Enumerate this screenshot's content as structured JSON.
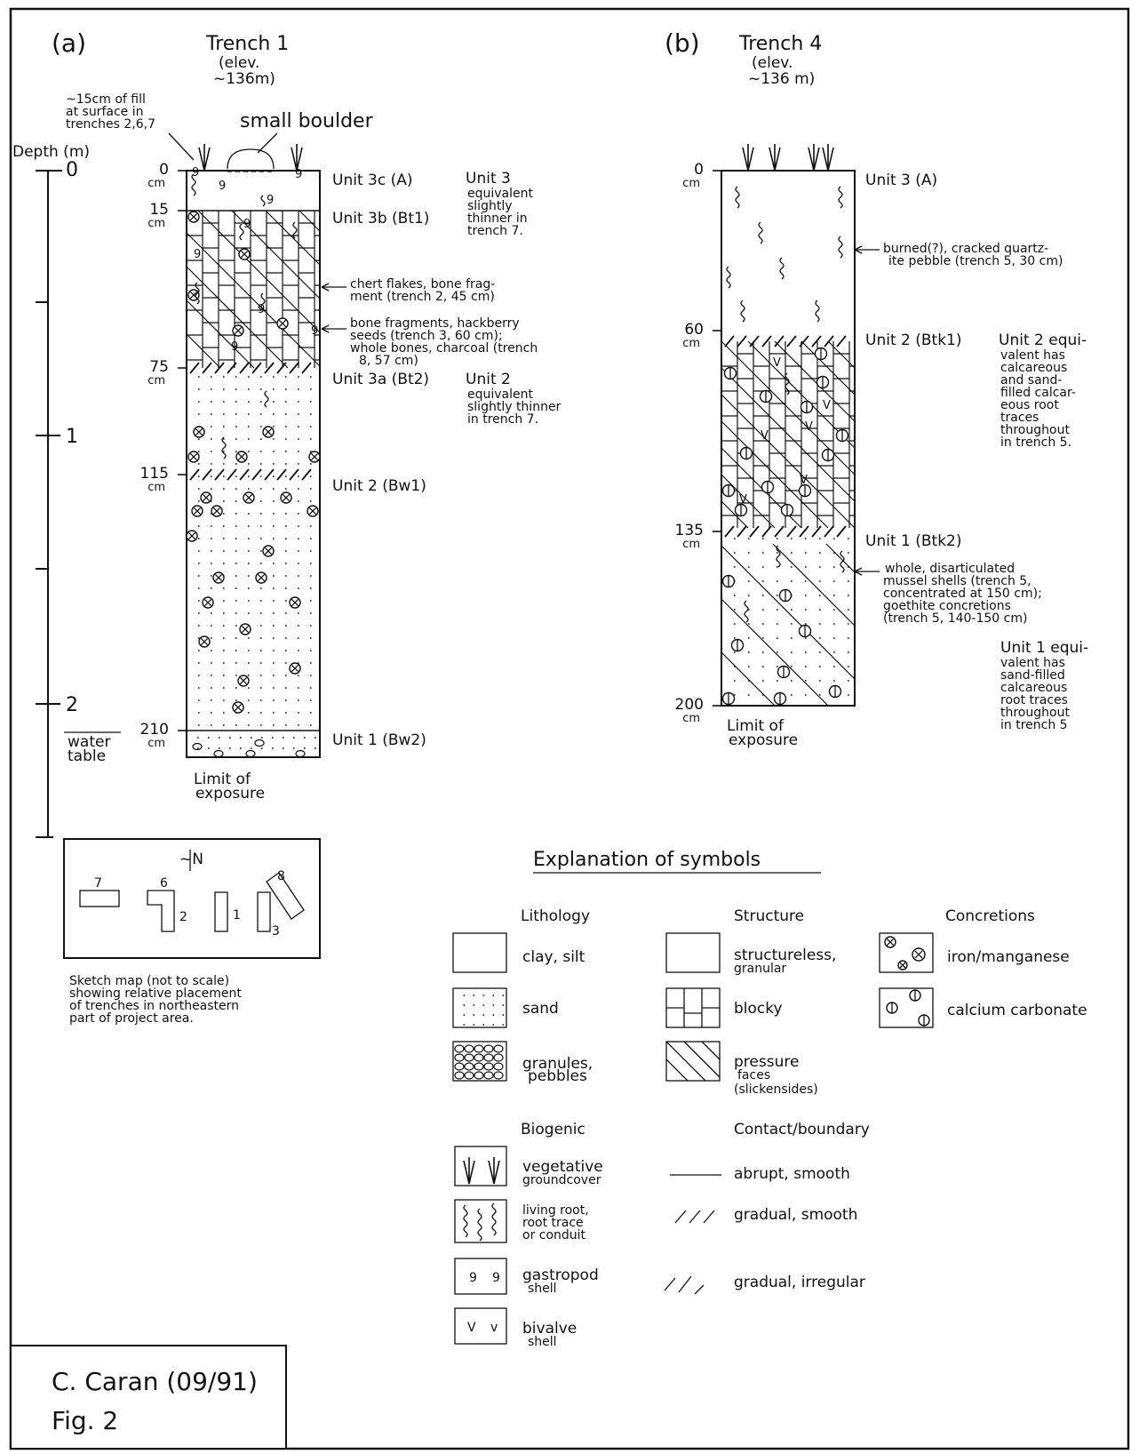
{
  "panel_a": {
    "label": "(a)",
    "title": "Trench 1",
    "elev_line1": "(elev.",
    "elev_line2": "~136m)",
    "depth_axis_label": "Depth (m)",
    "depth_ticks": [
      "0",
      "1",
      "2"
    ],
    "water_table_line1": "water",
    "water_table_line2": "table",
    "fill_note": [
      "~15cm of fill",
      "at surface in",
      "trenches 2,6,7"
    ],
    "boulder_label": "small boulder",
    "depth_labels": [
      {
        "value": "0",
        "unit": "cm"
      },
      {
        "value": "15",
        "unit": "cm"
      },
      {
        "value": "75",
        "unit": "cm"
      },
      {
        "value": "115",
        "unit": "cm"
      },
      {
        "value": "210",
        "unit": "cm"
      }
    ],
    "units": [
      "Unit 3c (A)",
      "Unit 3b (Bt1)",
      "Unit 3a (Bt2)",
      "Unit 2 (Bw1)",
      "Unit 1 (Bw2)"
    ],
    "unit3_note": [
      "Unit 3",
      "equivalent",
      "slightly",
      "thinner in",
      "trench 7."
    ],
    "unit2_note": [
      "Unit 2",
      "equivalent",
      "slightly thinner",
      "in trench 7."
    ],
    "chert_note": [
      "chert flakes, bone frag-",
      "ment (trench 2, 45 cm)"
    ],
    "bone_note": [
      "bone fragments, hackberry",
      "seeds (trench 3, 60 cm);",
      "whole bones, charcoal (trench",
      "8, 57 cm)"
    ],
    "limit": [
      "Limit of",
      "exposure"
    ]
  },
  "panel_b": {
    "label": "(b)",
    "title": "Trench 4",
    "elev_line1": "(elev.",
    "elev_line2": "~136 m)",
    "depth_labels": [
      {
        "value": "0",
        "unit": "cm"
      },
      {
        "value": "60",
        "unit": "cm"
      },
      {
        "value": "135",
        "unit": "cm"
      },
      {
        "value": "200",
        "unit": "cm"
      }
    ],
    "units": [
      "Unit 3 (A)",
      "Unit 2 (Btk1)",
      "Unit 1 (Btk2)"
    ],
    "burned_note": [
      "burned(?), cracked quartz-",
      "ite pebble (trench 5, 30 cm)"
    ],
    "unit2_note": [
      "Unit 2 equi-",
      "valent has",
      "calcareous",
      "and sand-",
      "filled calcar-",
      "eous root",
      "traces",
      "throughout",
      "in trench 5."
    ],
    "mussel_note": [
      "whole, disarticulated",
      "mussel shells (trench 5,",
      "concentrated at 150 cm);",
      "goethite concretions",
      "(trench 5, 140-150 cm)"
    ],
    "unit1_note": [
      "Unit 1 equi-",
      "valent has",
      "sand-filled",
      "calcareous",
      "root traces",
      "throughout",
      "in trench 5"
    ],
    "limit": [
      "Limit of",
      "exposure"
    ]
  },
  "sketch_map": {
    "north": "~N",
    "trenches": [
      "7",
      "6",
      "2",
      "1",
      "3",
      "8"
    ],
    "caption": [
      "Sketch map (not to scale)",
      "showing relative placement",
      "of trenches in northeastern",
      "part of project area."
    ]
  },
  "legend": {
    "title": "Explanation of symbols",
    "lithology_heading": "Lithology",
    "lithology": [
      [
        "clay, silt"
      ],
      [
        "sand"
      ],
      [
        "granules,",
        "pebbles"
      ]
    ],
    "structure_heading": "Structure",
    "structure": [
      [
        "structureless,",
        "granular"
      ],
      [
        "blocky"
      ],
      [
        "pressure",
        "faces",
        "(slickensides)"
      ]
    ],
    "concretions_heading": "Concretions",
    "concretions": [
      [
        "iron/manganese"
      ],
      [
        "calcium carbonate"
      ]
    ],
    "biogenic_heading": "Biogenic",
    "biogenic": [
      [
        "vegetative",
        "groundcover"
      ],
      [
        "living root,",
        "root trace",
        "or conduit"
      ],
      [
        "gastropod",
        "shell"
      ],
      [
        "bivalve",
        "shell"
      ]
    ],
    "contact_heading": "Contact/boundary",
    "contact": [
      "abrupt, smooth",
      "gradual, smooth",
      "gradual, irregular"
    ]
  },
  "credit": {
    "author": "C. Caran (09/91)",
    "fig": "Fig. 2"
  }
}
